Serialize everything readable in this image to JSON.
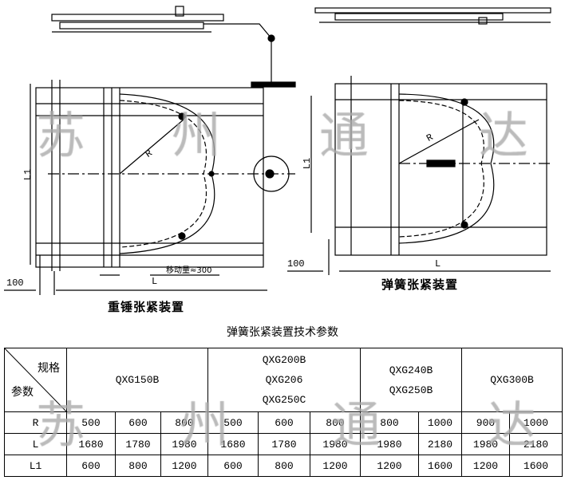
{
  "watermark": [
    "苏",
    "州",
    "通",
    "达"
  ],
  "left_drawing": {
    "title": "重锤张紧装置",
    "dim_L": "L",
    "dim_L1": "L1",
    "dim_100": "100",
    "dim_R": "R",
    "annotation": "移动量≈300"
  },
  "right_drawing": {
    "title": "弹簧张紧装置",
    "dim_L": "L",
    "dim_L1": "L1",
    "dim_100": "100",
    "dim_R": "R"
  },
  "table": {
    "title": "弹簧张紧装置技术参数",
    "corner_top": "规格",
    "corner_bottom": "参数",
    "groups": [
      {
        "label": [
          "QXG150B"
        ]
      },
      {
        "label": [
          "QXG200B",
          "QXG206",
          "QXG250C"
        ]
      },
      {
        "label": [
          "QXG240B",
          "QXG250B"
        ]
      },
      {
        "label": [
          "QXG300B"
        ]
      }
    ],
    "rows": [
      {
        "name": "R",
        "values": [
          "500",
          "600",
          "800",
          "500",
          "600",
          "800",
          "800",
          "1000",
          "900",
          "1000"
        ]
      },
      {
        "name": "L",
        "values": [
          "1680",
          "1780",
          "1980",
          "1680",
          "1780",
          "1980",
          "1980",
          "2180",
          "1980",
          "2180"
        ]
      },
      {
        "name": "L1",
        "values": [
          "600",
          "800",
          "1200",
          "600",
          "800",
          "1200",
          "1200",
          "1600",
          "1200",
          "1600"
        ]
      }
    ]
  }
}
